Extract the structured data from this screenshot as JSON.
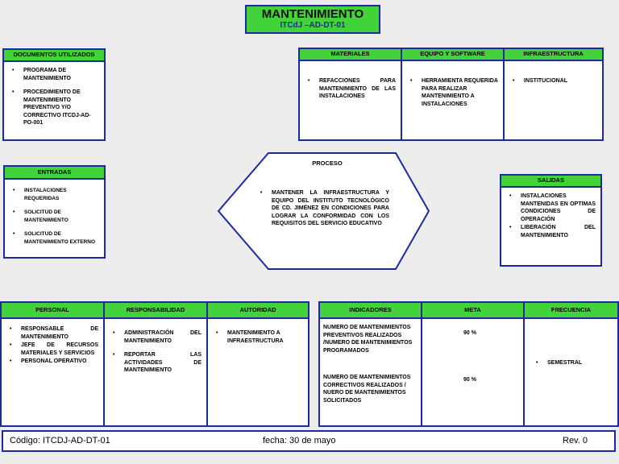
{
  "title": {
    "main": "MANTENIMIENTO",
    "code": "ITCdJ –AD-DT-01"
  },
  "documentos": {
    "header": "DOCUMENTOS UTILIZADOS",
    "items": [
      "PROGRAMA DE MANTENIMIENTO",
      "PROCEDIMIENTO DE MANTENIMIENTO PREVENTIVO Y/O CORRECTIVO ITCDJ-AD-PO-001"
    ]
  },
  "materiales": {
    "header": "MATERIALES",
    "items": [
      "REFACCIONES PARA MANTENIMIENTO DE LAS INSTALACIONES"
    ]
  },
  "equipo": {
    "header": "EQUIPO Y SOFTWARE",
    "items": [
      "HERRAMIENTA REQUERIDA PARA REALIZAR MANTENIMIENTO A INSTALACIONES"
    ]
  },
  "infraestructura": {
    "header": "INFRAESTRUCTURA",
    "items": [
      "INSTITUCIONAL"
    ]
  },
  "entradas": {
    "header": "ENTRADAS",
    "items": [
      "INSTALACIONES REQUERIDAS",
      "SOLICITUD DE MANTENIMIENTO",
      "SOLICITUD DE MANTENIMIENTO EXTERNO"
    ]
  },
  "proceso": {
    "header": "PROCESO",
    "items": [
      "MANTENER LA INFRAESTRUCTURA Y EQUIPO DEL INSTITUTO TECNOLÓGICO DE CD. JIMÉNEZ EN CONDICIONES PARA LOGRAR LA CONFORMIDAD CON LOS REQUISITOS DEL SERVICIO EDUCATIVO"
    ]
  },
  "salidas": {
    "header": "SALIDAS",
    "items": [
      "INSTALACIONES MANTENIDAS EN OPTIMAS CONDICIONES DE OPERACIÓN",
      "LIBERACIÓN DEL MANTENIMIENTO"
    ]
  },
  "personal": {
    "header": "PERSONAL",
    "items": [
      "RESPONSABLE DE MANTENIMIENTO",
      "JEFE DE RECURSOS MATERIALES Y SERVICIOS",
      "PERSONAL OPERATIVO"
    ]
  },
  "responsabilidad": {
    "header": "RESPONSABILIDAD",
    "items": [
      "ADMINISTRACIÓN DEL MANTENIMIENTO",
      "REPORTAR LAS ACTIVIDADES DE MANTENIMIENTO"
    ]
  },
  "autoridad": {
    "header": "AUTORIDAD",
    "items": [
      "MANTENIMIENTO A INFRAESTRUCTURA"
    ]
  },
  "indicadores": {
    "header": "INDICADORES",
    "items": [
      "NUMERO DE MANTENIMIENTOS PREVENTIVOS REALIZADOS /NUMERO DE MANTENIMIENTOS PROGRAMADOS",
      "NUMERO DE MANTENIMIENTOS CORRECTIVOS REALIZADOS / NUERO DE MANTENIMIENTOS SOLICITADOS"
    ]
  },
  "meta": {
    "header": "META",
    "values": [
      "90 %",
      "90 %"
    ]
  },
  "frecuencia": {
    "header": "FRECUENCIA",
    "items": [
      "SEMESTRAL"
    ]
  },
  "footer": {
    "codigo": "Código: ITCDJ-AD-DT-01",
    "fecha": "fecha: 30 de mayo",
    "rev": "Rev. 0"
  },
  "colors": {
    "green": "#42d33a",
    "border": "#1c2a9c",
    "background": "#ededed"
  }
}
